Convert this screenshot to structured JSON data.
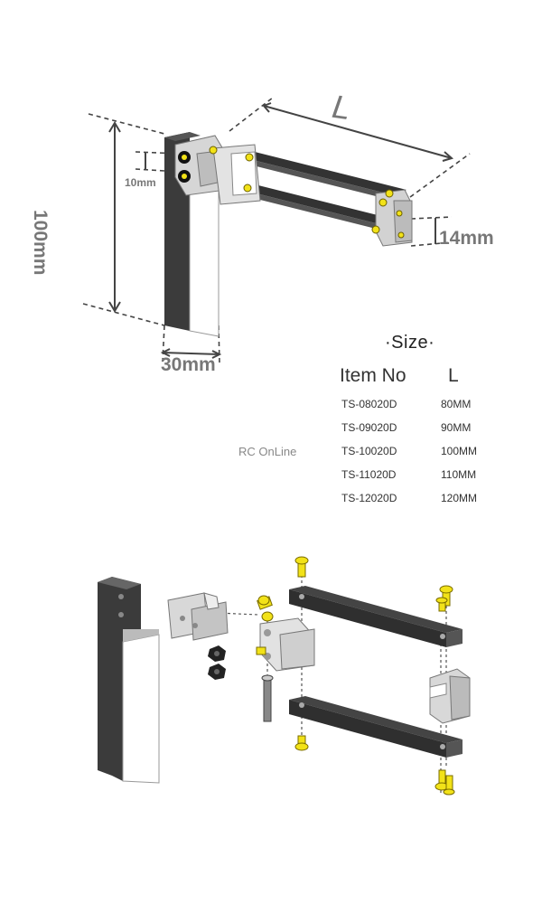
{
  "dimensions": {
    "length": "L",
    "arm_gap": "14mm",
    "bolt_spacing": "10mm",
    "height": "100mm",
    "width": "30mm"
  },
  "size_table": {
    "title": "·Size·",
    "col_item": "Item No",
    "col_length": "L",
    "rows": [
      {
        "item": "TS-08020D",
        "length": "80MM"
      },
      {
        "item": "TS-09020D",
        "length": "90MM"
      },
      {
        "item": "TS-10020D",
        "length": "100MM"
      },
      {
        "item": "TS-11020D",
        "length": "110MM"
      },
      {
        "item": "TS-12020D",
        "length": "120MM"
      }
    ]
  },
  "watermark": "RC OnLine",
  "colors": {
    "rudder_blade": "#3b3b3b",
    "aluminum": "#d8d8d8",
    "screw": "#f2e218",
    "dimension_line": "#444444"
  }
}
